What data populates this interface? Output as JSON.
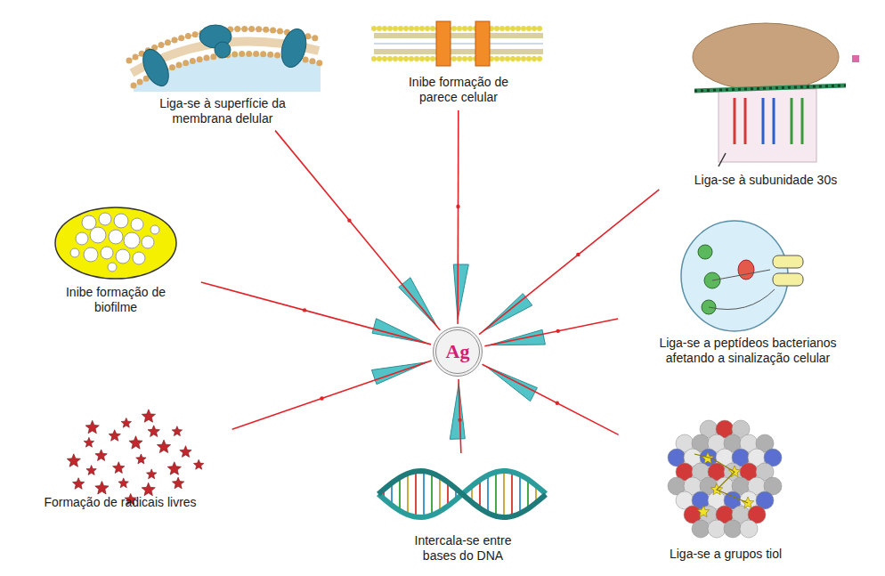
{
  "diagram": {
    "nodes": [
      {
        "text": [
          "Liga-se à superfície da membrana delular"
        ]
      },
      {
        "text": [
          "Inibe formação de parece celular"
        ]
      },
      {
        "text": [
          "Liga-se à subunidade 30s"
        ]
      },
      {
        "text": [
          "Inibe formação de biofilme"
        ]
      },
      {
        "text": [
          "Ag"
        ]
      },
      {
        "text": [
          "Liga-se a peptídeos bacterianos afetando a sinalização celular"
        ]
      },
      {
        "text": [
          "Formação de radicais livres"
        ]
      },
      {
        "text": [
          "Intercala-se entre bases do DNA"
        ]
      },
      {
        "text": [
          "Liga-se a grupos tiol"
        ]
      }
    ],
    "edges": [
      {
        "from": 4,
        "to": 0,
        "arrow": "none"
      },
      {
        "from": 4,
        "to": 1,
        "arrow": "none"
      },
      {
        "from": 4,
        "to": 2,
        "arrow": "none"
      },
      {
        "from": 4,
        "to": 3,
        "arrow": "none"
      },
      {
        "from": 4,
        "to": 5,
        "arrow": "none"
      },
      {
        "from": 4,
        "to": 6,
        "arrow": "none"
      },
      {
        "from": 4,
        "to": 7,
        "arrow": "none"
      },
      {
        "from": 4,
        "to": 8,
        "arrow": "none"
      }
    ]
  }
}
